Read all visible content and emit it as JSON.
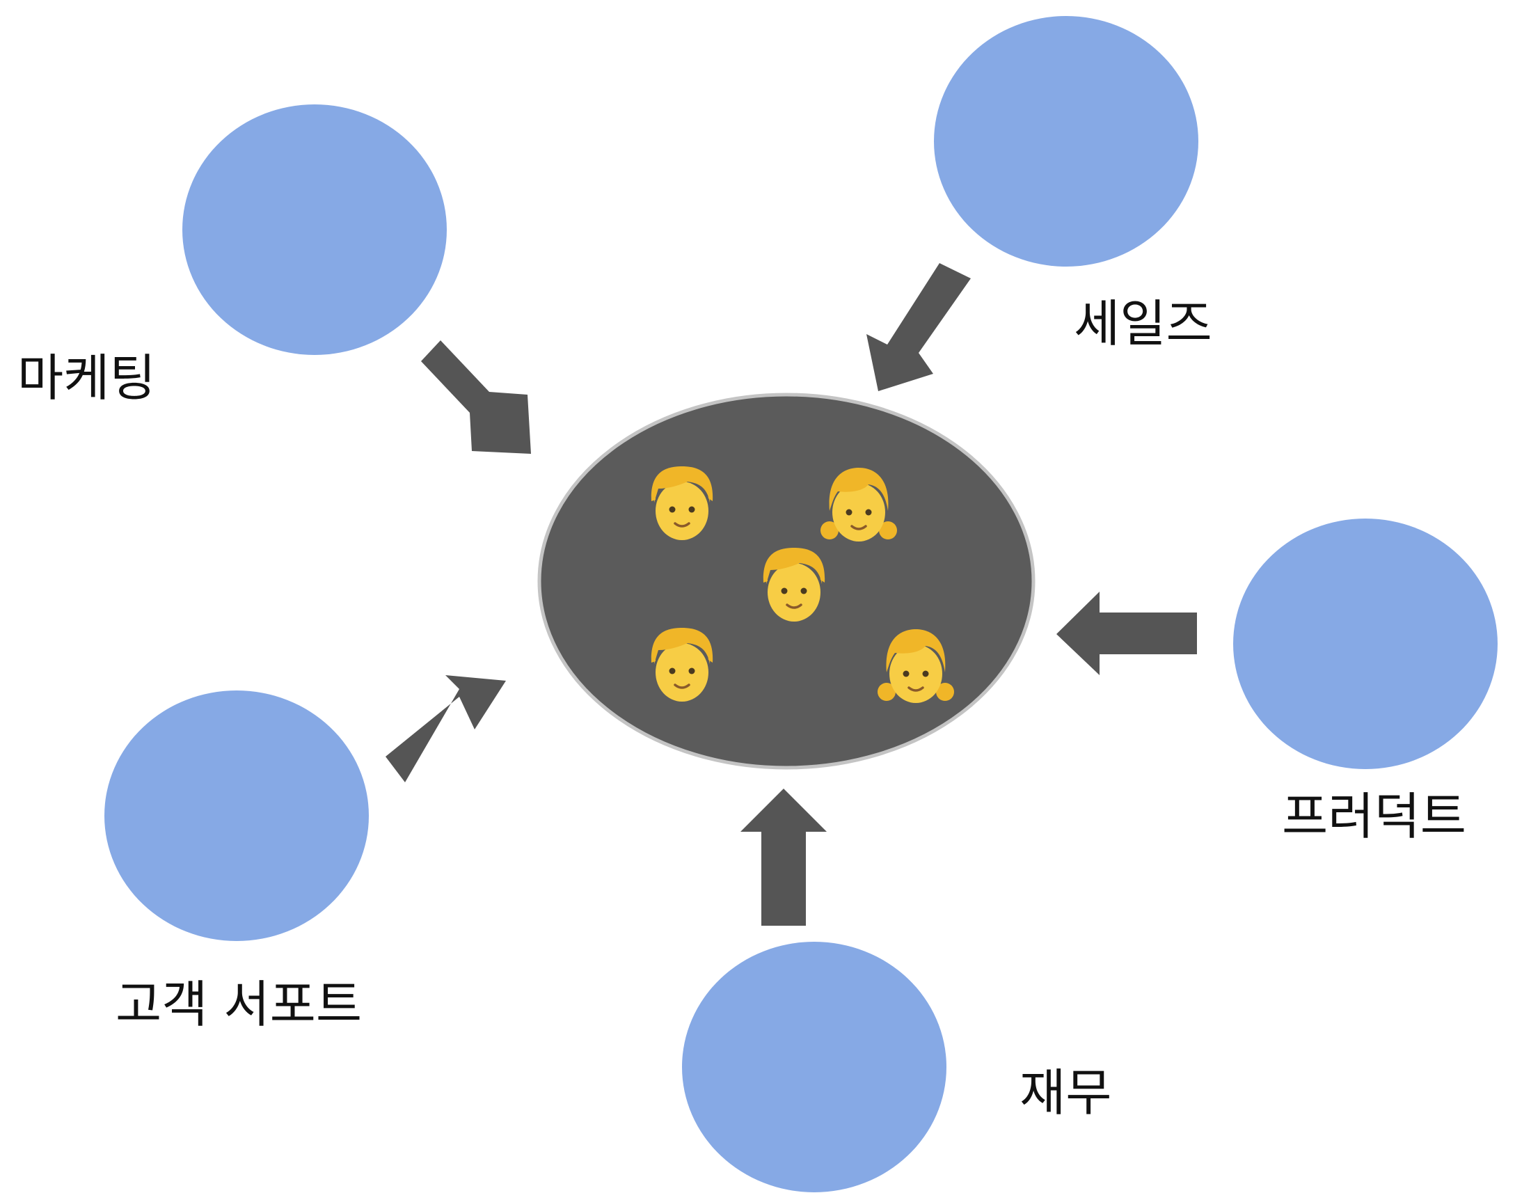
{
  "colors": {
    "background": "#ffffff",
    "department_circle": "#86a9e5",
    "hub_fill": "#5b5b5b",
    "hub_stroke": "#c4c4c4",
    "arrow": "#555555",
    "label_text": "#111111",
    "face_skin": "#f7cd45",
    "face_hair": "#f0b628"
  },
  "departments": [
    {
      "id": "marketing",
      "label": "마케팅"
    },
    {
      "id": "sales",
      "label": "세일즈"
    },
    {
      "id": "product",
      "label": "프러덕트"
    },
    {
      "id": "finance",
      "label": "재무"
    },
    {
      "id": "support",
      "label": "고객 서포트"
    }
  ],
  "hub": {
    "members": [
      {
        "icon": "boy-face-icon"
      },
      {
        "icon": "girl-face-icon"
      },
      {
        "icon": "boy-face-icon"
      },
      {
        "icon": "boy-face-icon"
      },
      {
        "icon": "girl-face-icon"
      }
    ]
  }
}
